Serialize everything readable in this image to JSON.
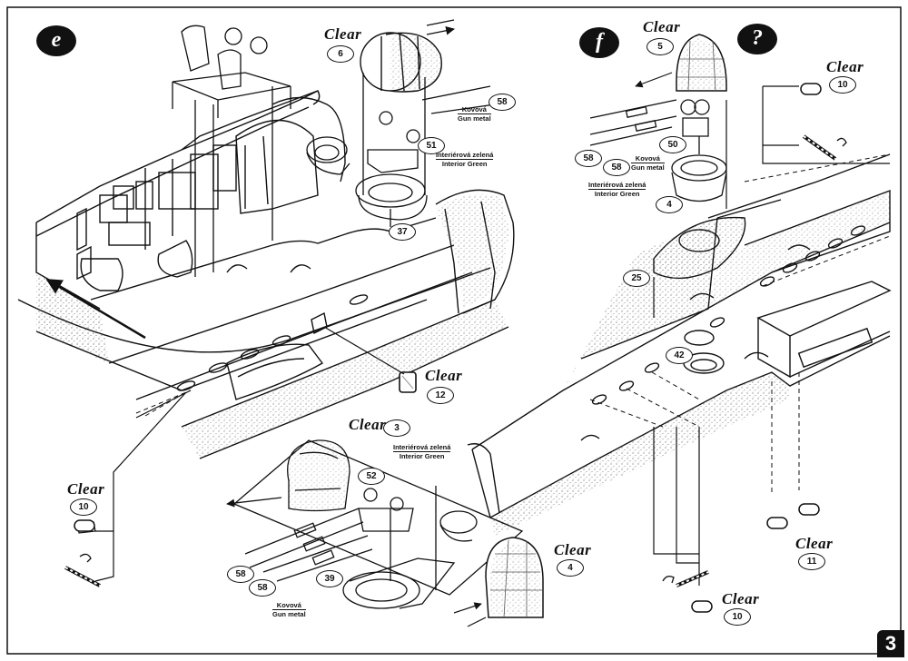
{
  "steps": {
    "e": "e",
    "f": "f",
    "q": "?"
  },
  "page_number": "3",
  "clear_word": "Clear",
  "parts": {
    "p3": "3",
    "p4a": "4",
    "p4b": "4",
    "p5": "5",
    "p6": "6",
    "p10a": "10",
    "p10b": "10",
    "p10c": "10",
    "p11": "11",
    "p12": "12",
    "p25": "25",
    "p37": "37",
    "p39": "39",
    "p42": "42",
    "p50": "50",
    "p51": "51",
    "p52": "52",
    "p58a": "58",
    "p58b": "58",
    "p58c": "58",
    "p58d": "58",
    "p58e": "58"
  },
  "paints": {
    "gun_metal_cz": "Kovová",
    "gun_metal_en": "Gun metal",
    "interior_green_cz": "Interiérová zelená",
    "interior_green_en": "Interior Green"
  },
  "colors": {
    "ink": "#111111",
    "paper": "#ffffff",
    "stipple": "#555555"
  }
}
